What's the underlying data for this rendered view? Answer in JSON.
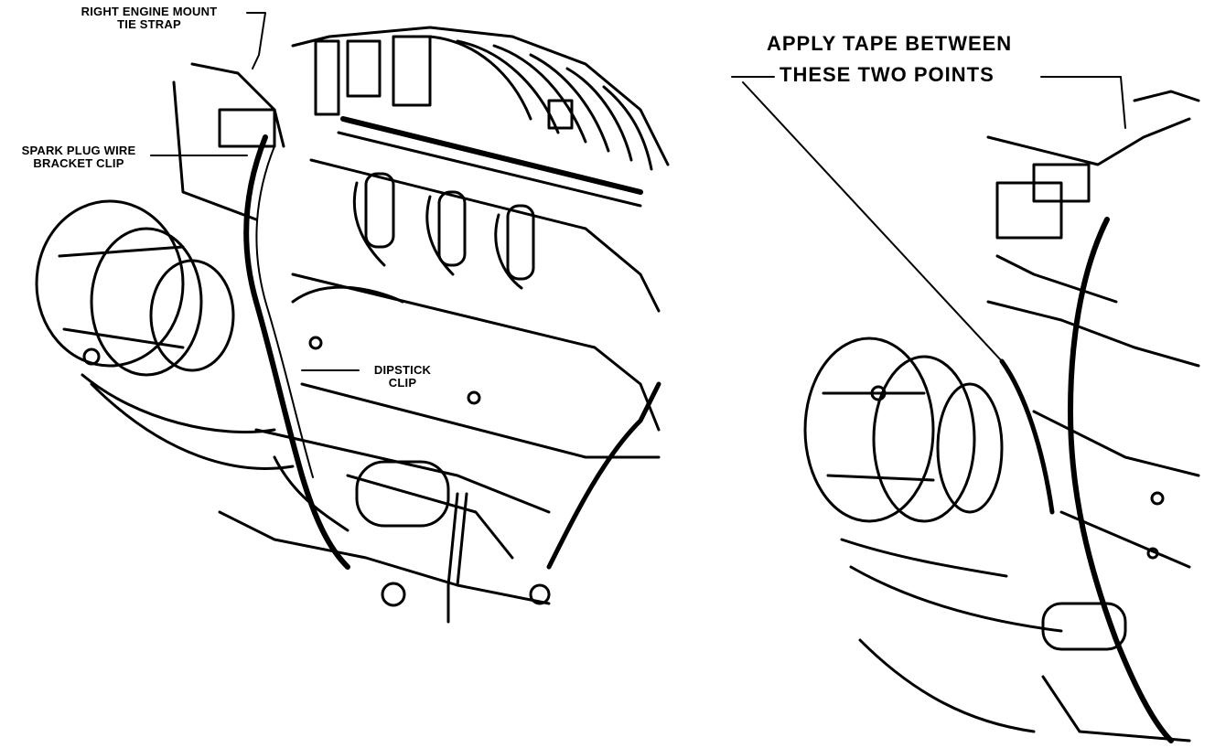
{
  "labels": {
    "right_engine_mount_l1": "RIGHT ENGINE MOUNT",
    "right_engine_mount_l2": "TIE STRAP",
    "spark_plug_l1": "SPARK PLUG WIRE",
    "spark_plug_l2": "BRACKET CLIP",
    "dipstick_l1": "DIPSTICK",
    "dipstick_l2": "CLIP",
    "apply_tape_l1": "APPLY TAPE BETWEEN",
    "apply_tape_l2": "THESE TWO POINTS"
  },
  "colors": {
    "ink": "#000000",
    "paper": "#ffffff"
  }
}
